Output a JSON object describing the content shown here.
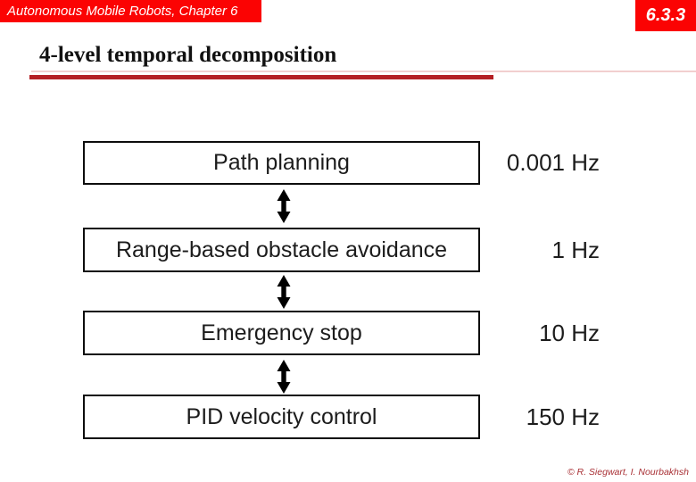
{
  "header": {
    "course_title": "Autonomous Mobile Robots, Chapter 6",
    "section_number": "6.3.3"
  },
  "slide": {
    "title": "4-level temporal decomposition"
  },
  "diagram": {
    "arrow_icon": "double-vertical-arrow-icon",
    "levels": [
      {
        "label": "Path planning",
        "frequency": "0.001 Hz"
      },
      {
        "label": "Range-based obstacle avoidance",
        "frequency": "1 Hz"
      },
      {
        "label": "Emergency stop",
        "frequency": "10 Hz"
      },
      {
        "label": "PID velocity control",
        "frequency": "150 Hz"
      }
    ]
  },
  "footer": {
    "credit": "© R. Siegwart, I. Nourbakhsh"
  },
  "colors": {
    "accent-red": "#fb0303",
    "rule-red": "#b41f24",
    "rule-light": "#f2cfcf",
    "footer-red": "#a93136",
    "box-border": "#0d0d0d",
    "text-dark": "#1c1c1c"
  }
}
